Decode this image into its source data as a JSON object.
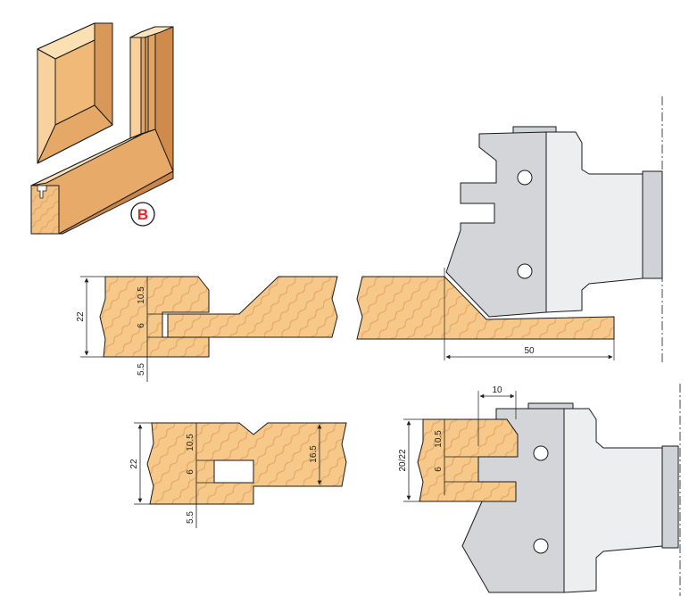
{
  "badge": {
    "label": "B"
  },
  "colors": {
    "wood": "#f6c98a",
    "wood_light": "#fbe1b6",
    "wood_dark": "#d9985a",
    "wood_grain": "#e9a868",
    "steel": "#d0d2d6",
    "steel_light": "#eceef0",
    "steel_dark": "#b9bcc2",
    "badge_red": "#e3242b",
    "outline": "#1a1a1a"
  },
  "top_section": {
    "height": "22",
    "upper_offset": "10.5",
    "groove": "6",
    "lower_offset": "5.5",
    "cutter_reach": "50"
  },
  "bottom_section": {
    "height": "22",
    "upper_offset": "10.5",
    "groove": "6",
    "lower_offset": "5.5",
    "tenon_height": "16.5",
    "stock_range": "20/22",
    "cutter_upper": "10.5",
    "cutter_groove": "6",
    "cutter_width": "10"
  }
}
